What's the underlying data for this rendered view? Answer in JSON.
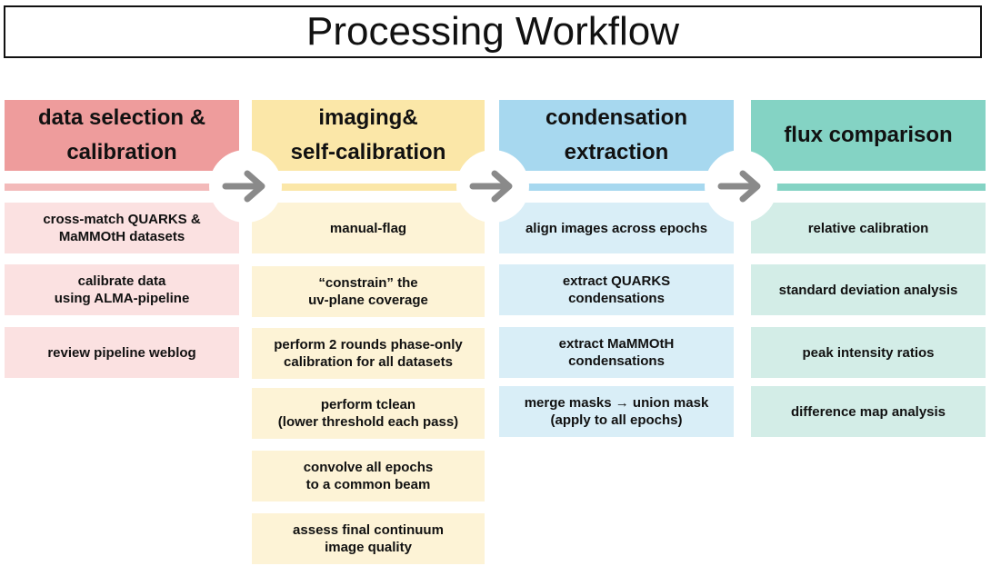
{
  "title": "Processing Workflow",
  "colors": {
    "stage1_header": "#ee9c9c",
    "stage1_step": "#fbe1e1",
    "stage2_header": "#fbe7a8",
    "stage2_step": "#fdf3d6",
    "stage3_header": "#a7d8ef",
    "stage3_step": "#d9eef7",
    "stage4_header": "#84d3c4",
    "stage4_step": "#d3ede7",
    "arrow": "#8a8a8a"
  },
  "stages": [
    {
      "header": "data selection &\ncalibration",
      "steps": [
        "cross-match QUARKS &\nMaMMOtH datasets",
        "calibrate data\nusing ALMA-pipeline",
        "review pipeline weblog"
      ]
    },
    {
      "header": "imaging&\nself-calibration",
      "steps": [
        "manual-flag",
        "“constrain” the\nuv-plane coverage",
        "perform 2 rounds phase-only\ncalibration for all datasets",
        "perform tclean\n(lower threshold each pass)",
        "convolve all epochs\nto a common beam",
        "assess final continuum\nimage quality"
      ]
    },
    {
      "header": "condensation\nextraction",
      "steps": [
        "align images across epochs",
        "extract QUARKS\ncondensations",
        "extract MaMMOtH\ncondensations",
        "merge masks → union mask\n(apply to all epochs)"
      ]
    },
    {
      "header": "flux comparison",
      "steps": [
        "relative calibration",
        "standard deviation analysis",
        "peak intensity ratios",
        "difference map analysis"
      ]
    }
  ]
}
